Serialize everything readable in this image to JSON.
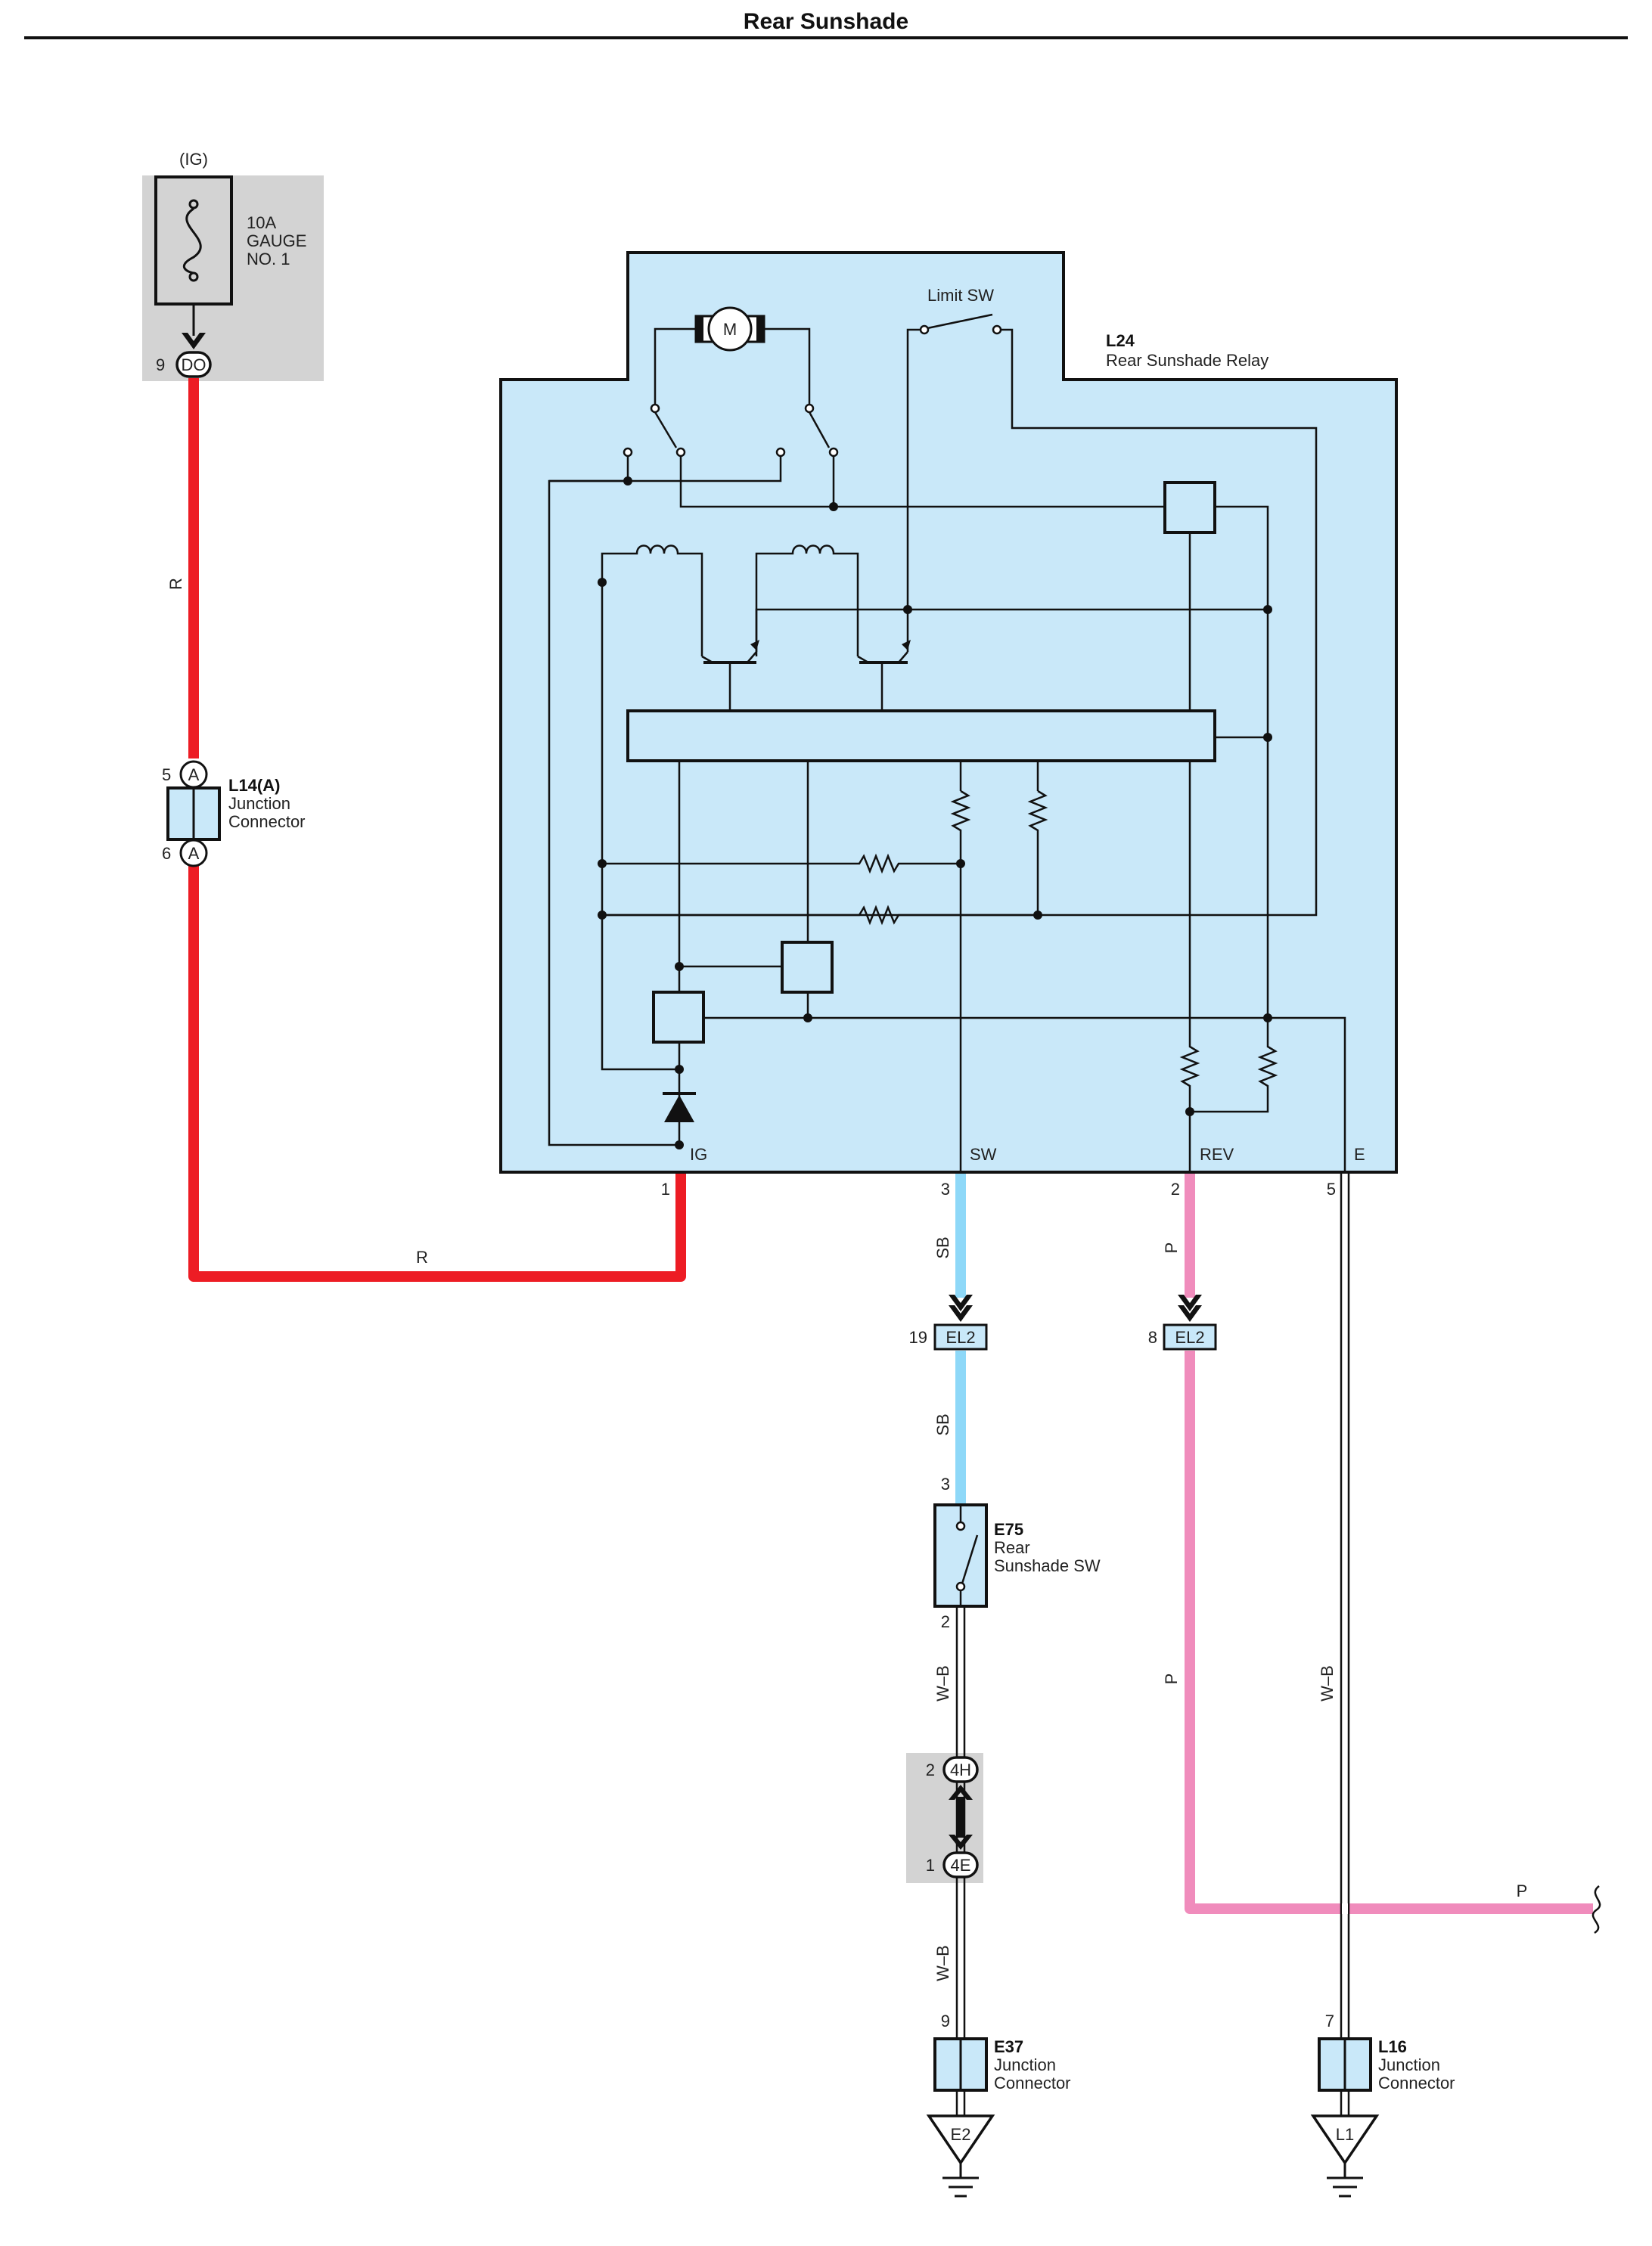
{
  "title": "Rear Sunshade",
  "colors": {
    "red_wire": "#ed1c24",
    "sky_blue_wire": "#8ed8f8",
    "pink_wire": "#f08cbc",
    "component_fill": "#c9e8f9",
    "shaded_area": "#d3d3d3"
  },
  "fuse": {
    "power_source": "(IG)",
    "rating": "10A",
    "name_line1": "GAUGE",
    "name_line2": "NO. 1",
    "pin": "9",
    "connector": "DO"
  },
  "junction_l14": {
    "code": "L14(A)",
    "line1": "Junction",
    "line2": "Connector",
    "pin_top": "5",
    "pin_bottom": "6",
    "tag": "A"
  },
  "relay": {
    "code": "L24",
    "name": "Rear Sunshade Relay",
    "motor": "M",
    "limit_sw": "Limit SW",
    "terminals": [
      {
        "label": "IG",
        "pin": "1"
      },
      {
        "label": "SW",
        "pin": "3"
      },
      {
        "label": "REV",
        "pin": "2"
      },
      {
        "label": "E",
        "pin": "5"
      }
    ]
  },
  "wires": {
    "r": "R",
    "sb": "SB",
    "p": "P",
    "wb": "W–B"
  },
  "inline_el2": {
    "name": "EL2",
    "pin_sw": "19",
    "pin_rev": "8"
  },
  "switch_e75": {
    "code": "E75",
    "line1": "Rear",
    "line2": "Sunshade SW",
    "pin_top": "3",
    "pin_bottom": "2"
  },
  "connector_4h_4e": {
    "top_pin": "2",
    "top": "4H",
    "bottom_pin": "1",
    "bottom": "4E"
  },
  "junction_e37": {
    "code": "E37",
    "line1": "Junction",
    "line2": "Connector",
    "pin": "9",
    "ground": "E2"
  },
  "junction_l16": {
    "code": "L16",
    "line1": "Junction",
    "line2": "Connector",
    "pin": "7",
    "ground": "L1"
  }
}
